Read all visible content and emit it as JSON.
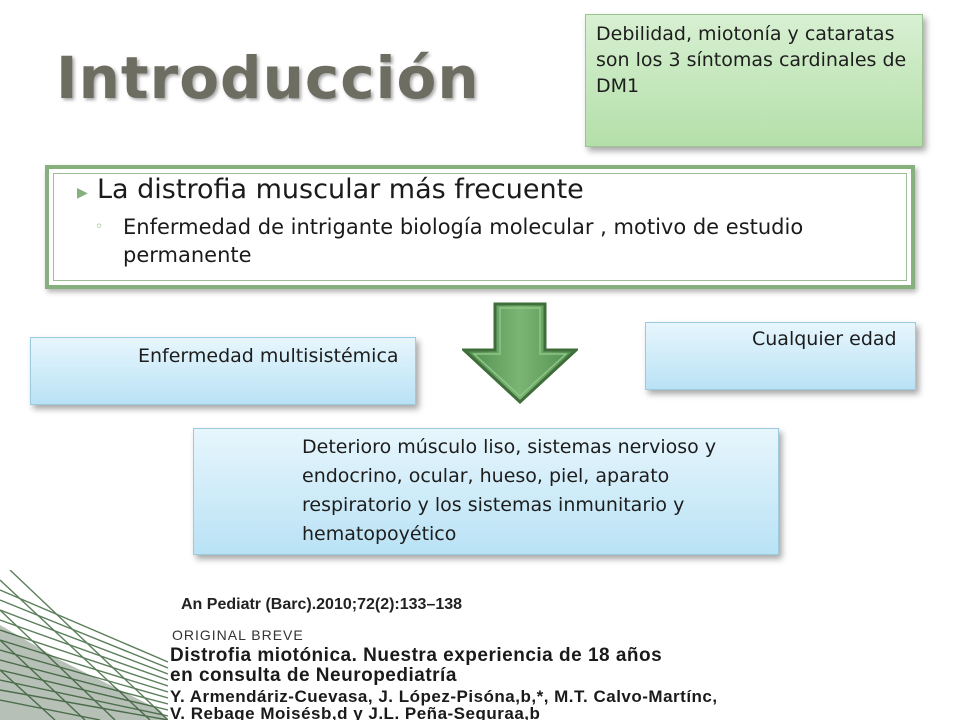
{
  "title": "Introducción",
  "note_box": "Debilidad, miotonía y cataratas son los 3 síntomas cardinales de DM1",
  "main_box": {
    "bullet_1": "La distrofia muscular más frecuente",
    "bullet_2": "Enfermedad de intrigante biología molecular , motivo de estudio permanente"
  },
  "box_multisystemic": "Enfermedad multisistémica",
  "box_age": "Cualquier edad",
  "box_deterioration": "Deterioro músculo liso, sistemas nervioso y endocrino, ocular, hueso, piel, aparato respiratorio y los sistemas inmunitario y hematopoyético",
  "citation": {
    "journal": "An Pediatr (Barc).2010;72(2):133–138",
    "article_type": "ORIGINAL BREVE",
    "title_line_1": "Distrofia miotónica. Nuestra experiencia de 18 años",
    "title_line_2": "en consulta de Neuropediatría",
    "authors_line_1": "Y. Armendáriz-Cuevasa, J. López-Pisóna,b,*, M.T. Calvo-Martínc,",
    "authors_line_2": "V. Rebage Moisésb,d y J.L. Peña-Seguraa,b"
  },
  "colors": {
    "title": "#6d6d62",
    "green_accent": "#86b07c",
    "arrow_fill": "#5e9c5a",
    "blue_box": "#cdeaf8",
    "green_box": "#c6e8bd"
  },
  "icons": {
    "bullet_1": "triangle-right-icon",
    "bullet_2": "ring-bullet-icon",
    "flow": "arrow-down-icon"
  }
}
